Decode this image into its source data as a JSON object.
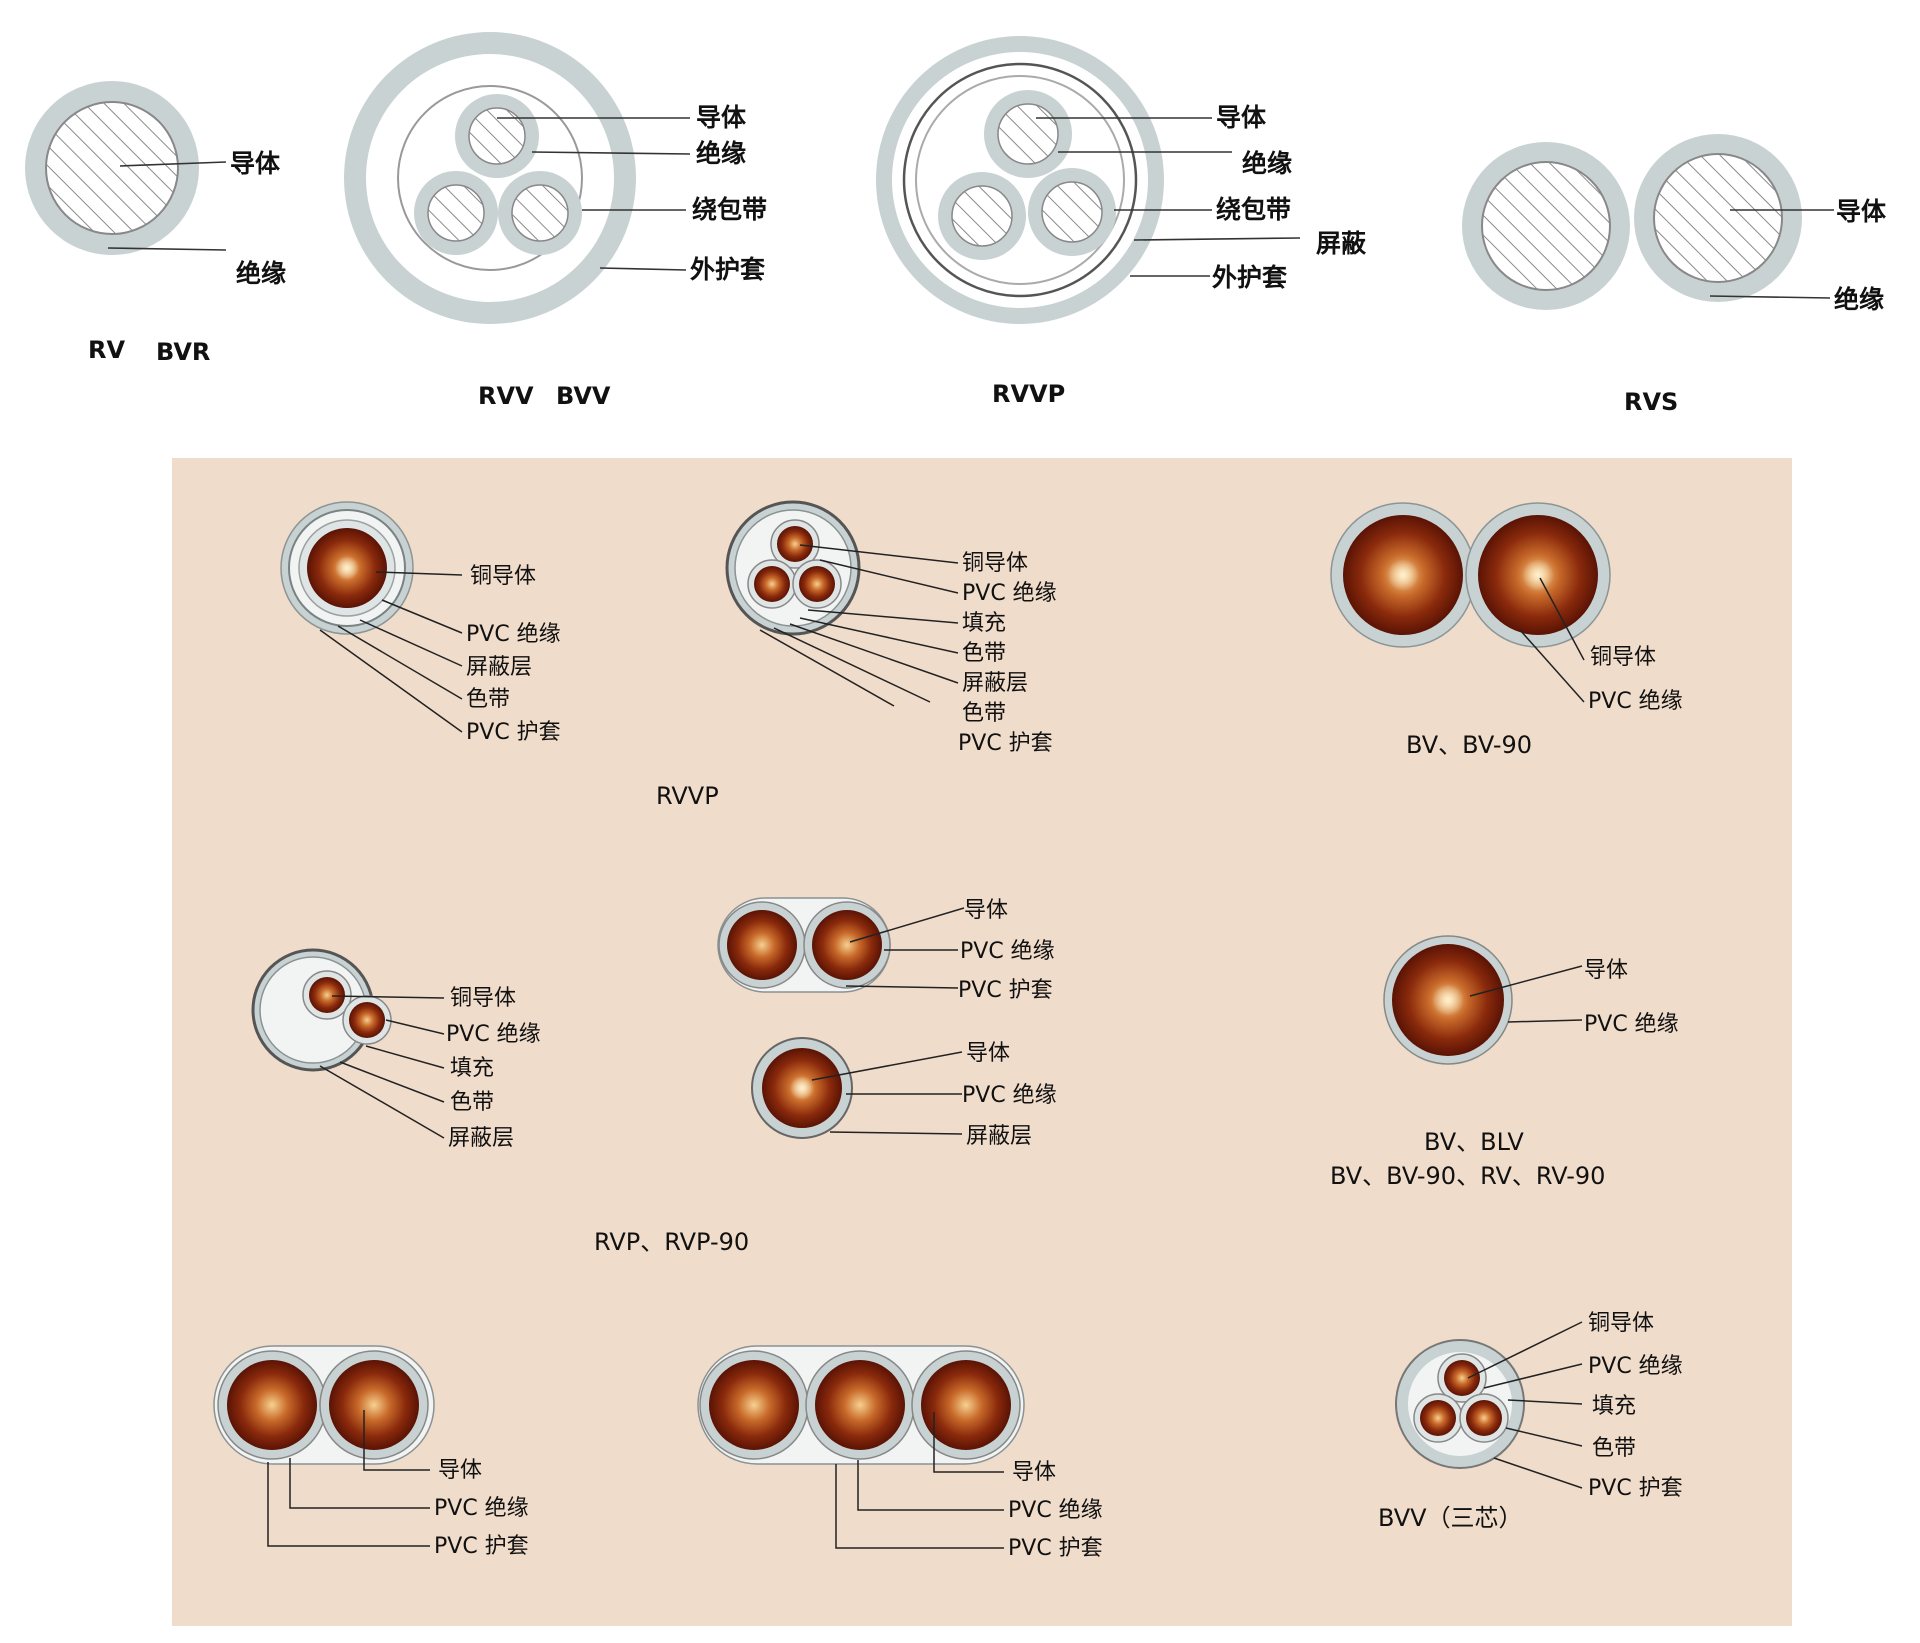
{
  "colors": {
    "panel_bg": "#efdccb",
    "sheath": "#c5d0d1",
    "insulation": "#e9eded",
    "copper_dark": "#6e1a08",
    "copper_light": "#f6c37a"
  },
  "top": {
    "rv": {
      "labels": [
        "导体",
        "绝缘"
      ],
      "captions": [
        "RV",
        "BVR"
      ]
    },
    "rvv": {
      "labels": [
        "导体",
        "绝缘",
        "绕包带",
        "外护套"
      ],
      "captions": [
        "RVV",
        "BVV"
      ]
    },
    "rvvp": {
      "labels": [
        "导体",
        "绝缘",
        "绕包带",
        "屏蔽",
        "外护套"
      ],
      "captions": [
        "RVVP"
      ]
    },
    "rvs": {
      "labels": [
        "导体",
        "绝缘"
      ],
      "captions": [
        "RVS"
      ]
    }
  },
  "panel": {
    "a1": {
      "labels": [
        "铜导体",
        "PVC 绝缘",
        "屏蔽层",
        "色带",
        "PVC 护套"
      ]
    },
    "a2": {
      "labels": [
        "铜导体",
        "PVC 绝缘",
        "填充",
        "色带",
        "屏蔽层",
        "色带",
        "PVC 护套"
      ]
    },
    "a_caption": "RVVP",
    "a3": {
      "labels": [
        "铜导体",
        "PVC 绝缘"
      ],
      "caption": "BV、BV-90"
    },
    "b1": {
      "labels": [
        "铜导体",
        "PVC 绝缘",
        "填充",
        "色带",
        "屏蔽层"
      ]
    },
    "b2": {
      "labels": [
        "导体",
        "PVC 绝缘",
        "PVC 护套"
      ]
    },
    "b3": {
      "labels": [
        "导体",
        "PVC 绝缘",
        "屏蔽层"
      ]
    },
    "b_caption": "RVP、RVP-90",
    "b4": {
      "labels": [
        "导体",
        "PVC 绝缘"
      ],
      "captions": [
        "BV、BLV",
        "BV、BV-90、RV、RV-90"
      ]
    },
    "c1": {
      "labels": [
        "导体",
        "PVC 绝缘",
        "PVC 护套"
      ]
    },
    "c2": {
      "labels": [
        "导体",
        "PVC 绝缘",
        "PVC 护套"
      ]
    },
    "c3": {
      "labels": [
        "铜导体",
        "PVC 绝缘",
        "填充",
        "色带",
        "PVC 护套"
      ],
      "caption": "BVV（三芯）"
    }
  }
}
